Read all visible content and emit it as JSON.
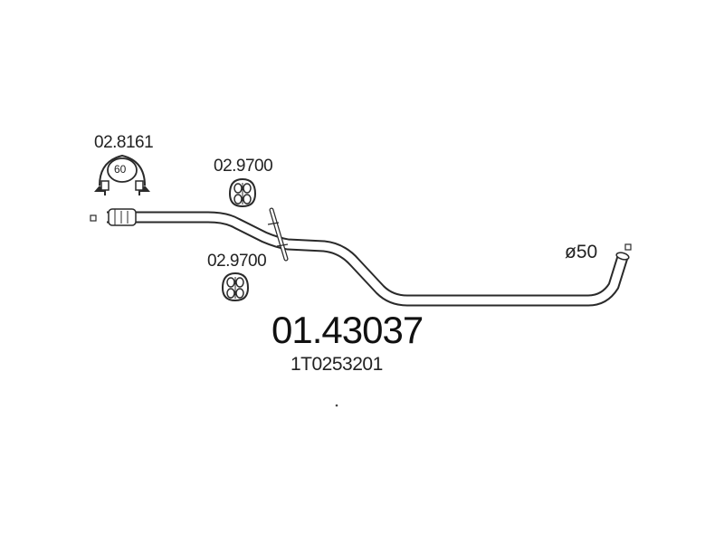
{
  "diagram": {
    "main_part_number": "01.43037",
    "oem_number": "1T0253201",
    "diameter_label": "ø50",
    "clamp": {
      "part_number": "02.8161",
      "size_label": "60"
    },
    "hangers": [
      {
        "part_number": "02.9700"
      },
      {
        "part_number": "02.9700"
      }
    ]
  }
}
